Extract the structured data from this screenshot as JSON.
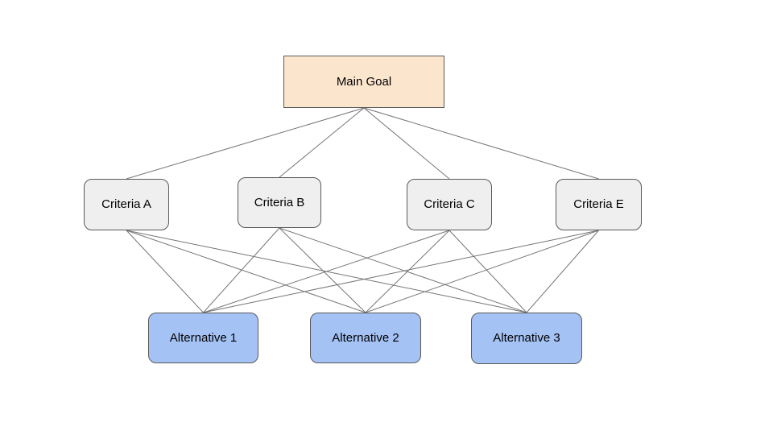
{
  "diagram": {
    "type": "hierarchy",
    "nodes": {
      "goal": {
        "label": "Main Goal",
        "fill": "#fce5cd",
        "border": "#595959",
        "shape": "rectangle"
      },
      "criteria_a": {
        "label": "Criteria A",
        "fill": "#efefef",
        "border": "#595959",
        "shape": "rounded-rectangle"
      },
      "criteria_b": {
        "label": "Criteria B",
        "fill": "#efefef",
        "border": "#595959",
        "shape": "rounded-rectangle"
      },
      "criteria_c": {
        "label": "Criteria C",
        "fill": "#efefef",
        "border": "#595959",
        "shape": "rounded-rectangle"
      },
      "criteria_e": {
        "label": "Criteria E",
        "fill": "#efefef",
        "border": "#595959",
        "shape": "rounded-rectangle"
      },
      "alternative_1": {
        "label": "Alternative 1",
        "fill": "#a4c2f4",
        "border": "#595959",
        "shape": "rounded-rectangle"
      },
      "alternative_2": {
        "label": "Alternative 2",
        "fill": "#a4c2f4",
        "border": "#595959",
        "shape": "rounded-rectangle"
      },
      "alternative_3": {
        "label": "Alternative 3",
        "fill": "#a4c2f4",
        "border": "#595959",
        "shape": "rounded-rectangle"
      }
    },
    "edges": [
      [
        "goal",
        "criteria_a"
      ],
      [
        "goal",
        "criteria_b"
      ],
      [
        "goal",
        "criteria_c"
      ],
      [
        "goal",
        "criteria_e"
      ],
      [
        "criteria_a",
        "alternative_1"
      ],
      [
        "criteria_a",
        "alternative_2"
      ],
      [
        "criteria_a",
        "alternative_3"
      ],
      [
        "criteria_b",
        "alternative_1"
      ],
      [
        "criteria_b",
        "alternative_2"
      ],
      [
        "criteria_b",
        "alternative_3"
      ],
      [
        "criteria_c",
        "alternative_1"
      ],
      [
        "criteria_c",
        "alternative_2"
      ],
      [
        "criteria_c",
        "alternative_3"
      ],
      [
        "criteria_e",
        "alternative_1"
      ],
      [
        "criteria_e",
        "alternative_2"
      ],
      [
        "criteria_e",
        "alternative_3"
      ]
    ],
    "edge_color": "#757575",
    "background_color": "#ffffff"
  }
}
